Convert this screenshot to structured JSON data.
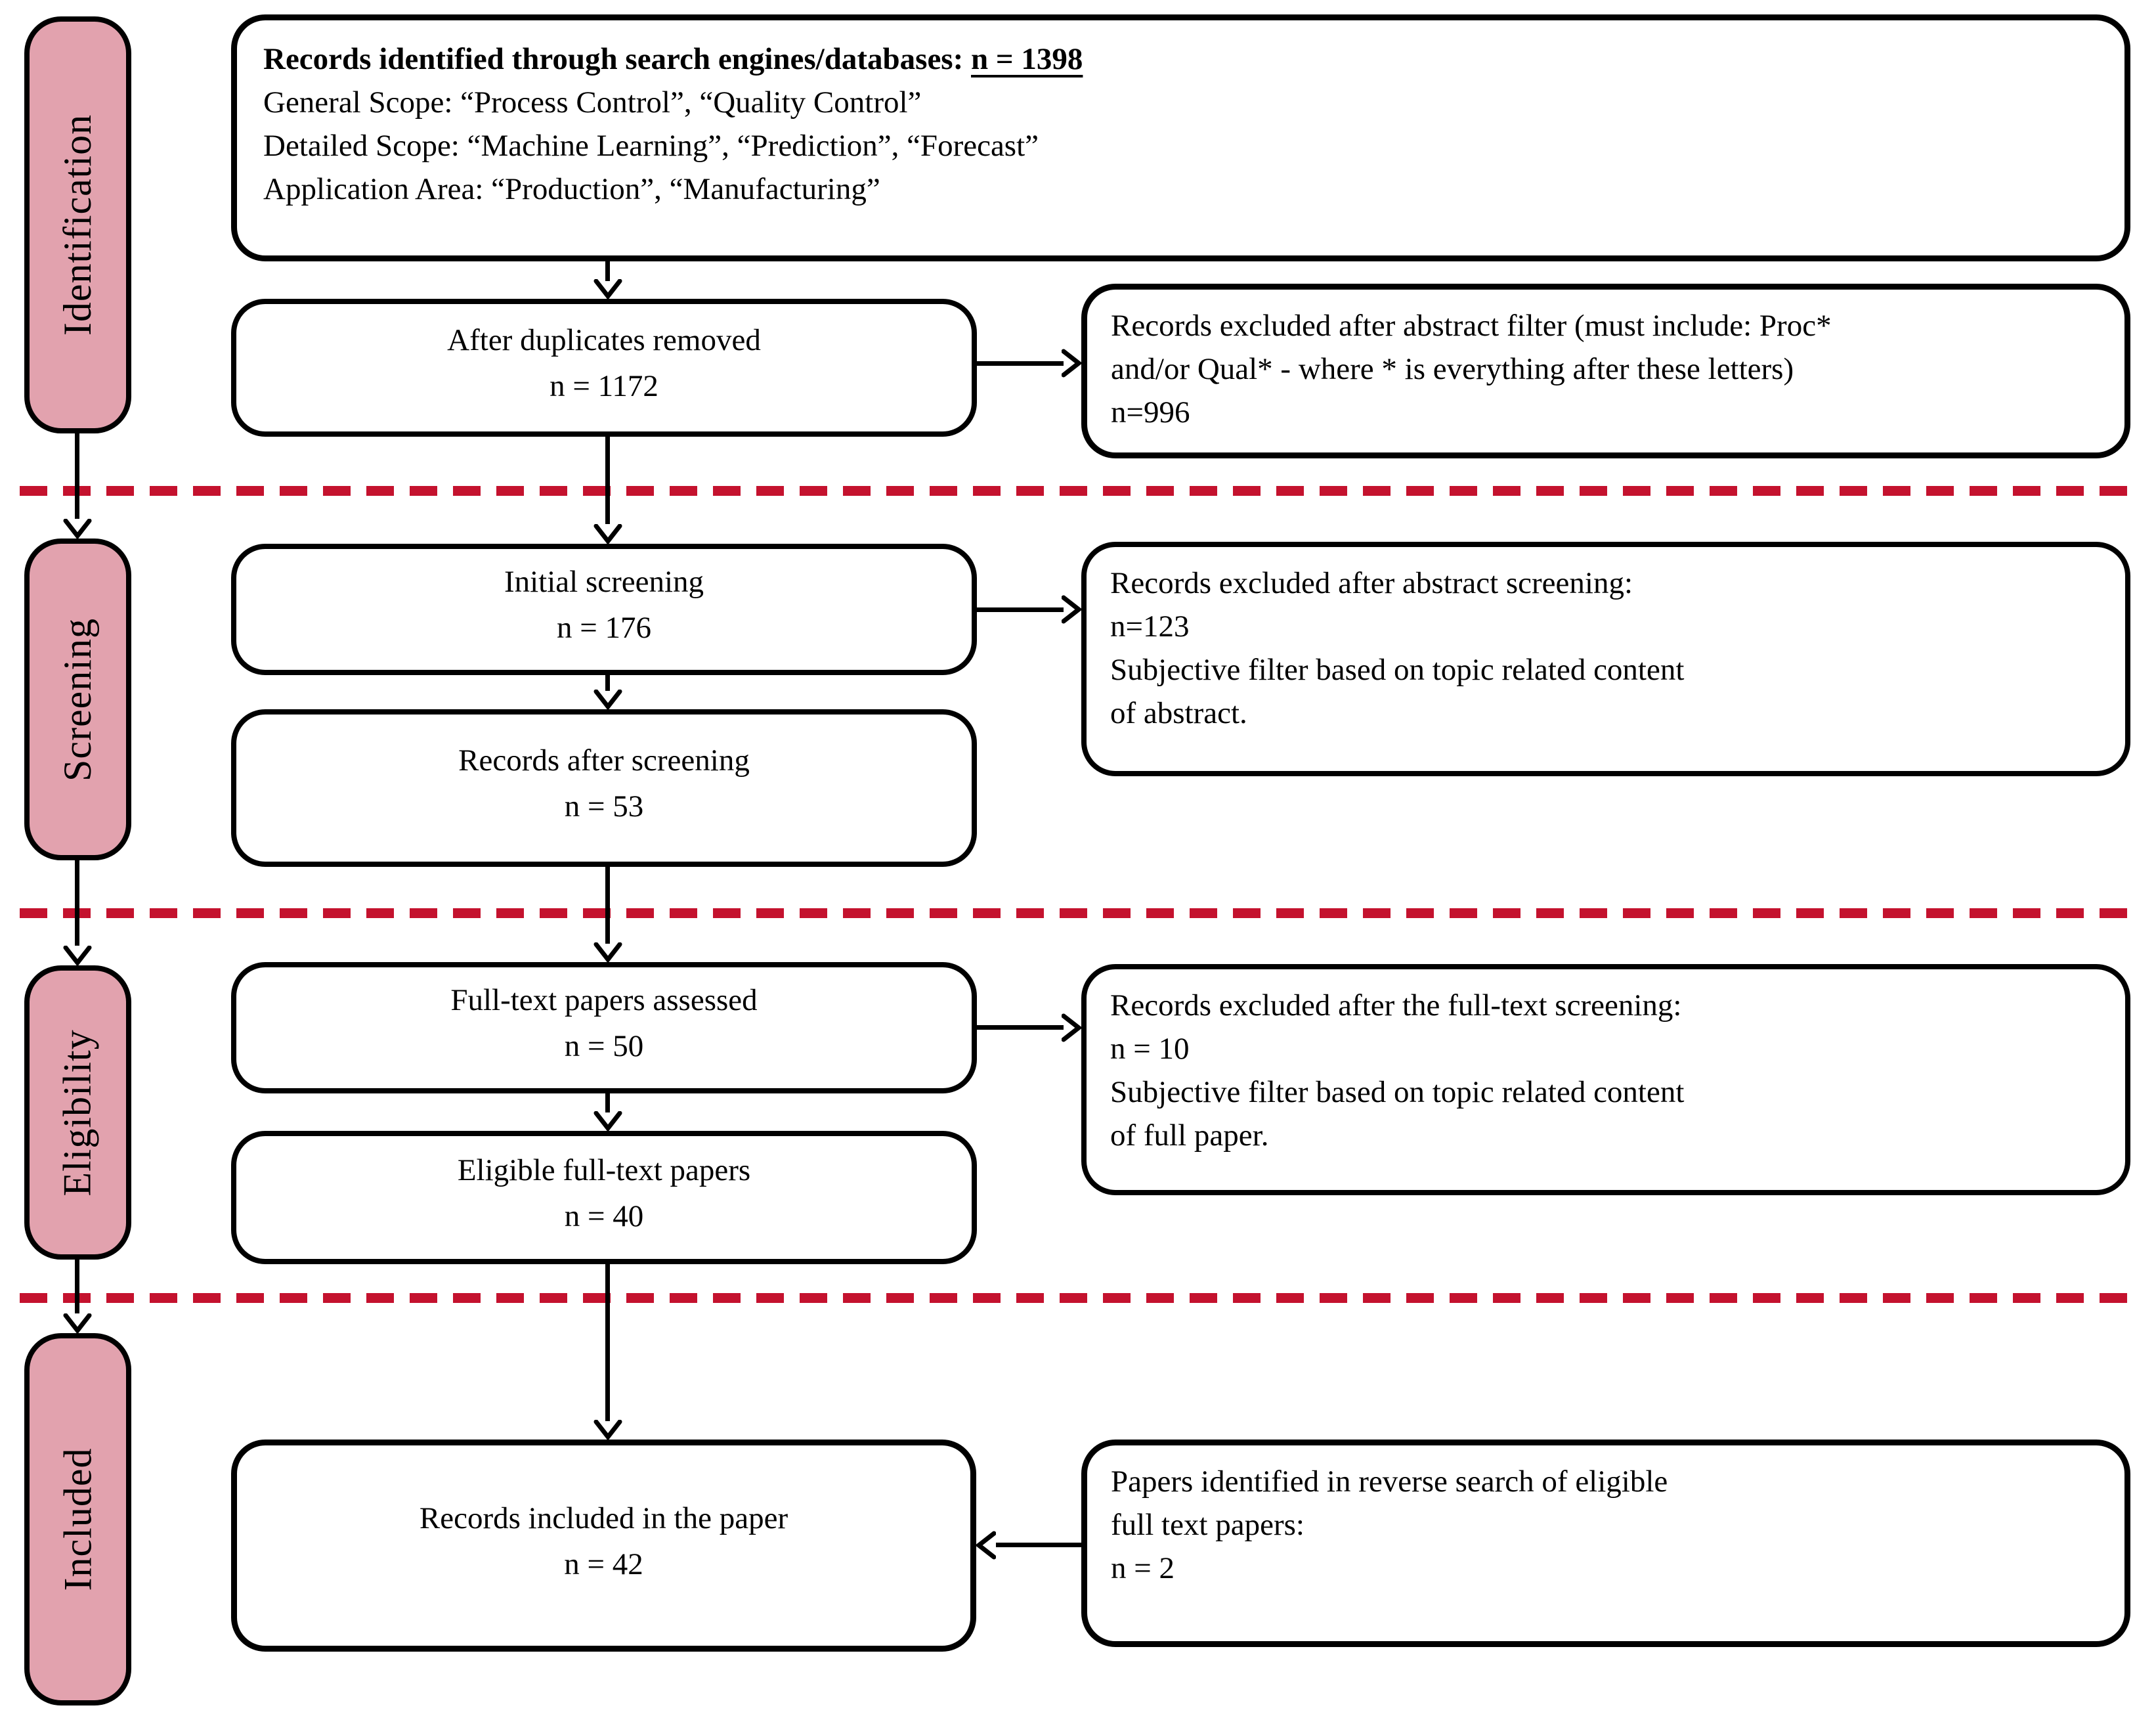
{
  "diagram": {
    "stages": [
      {
        "label": "Identification"
      },
      {
        "label": "Screening"
      },
      {
        "label": "Eligibility"
      },
      {
        "label": "Included"
      }
    ],
    "top_box": {
      "title": "Records identified through search engines/databases: ",
      "count": "n = 1398",
      "lines": [
        "General Scope: “Process Control”, “Quality Control”",
        "Detailed Scope: “Machine Learning”, “Prediction”, “Forecast”",
        "Application Area: “Production”, “Manufacturing”"
      ]
    },
    "flow_boxes": [
      {
        "title": "After duplicates removed",
        "count": "n = 1172"
      },
      {
        "title": "Initial screening",
        "count": "n = 176"
      },
      {
        "title": "Records after screening",
        "count": "n = 53"
      },
      {
        "title": "Full-text papers assessed",
        "count": "n = 50"
      },
      {
        "title": "Eligible full-text papers",
        "count": "n = 40"
      },
      {
        "title": "Records included in the paper",
        "count": "n = 42"
      }
    ],
    "side_boxes": [
      {
        "lines": [
          "Records excluded after abstract filter (must include: Proc*",
          "and/or Qual* - where * is everything after these letters)",
          "n=996"
        ]
      },
      {
        "lines": [
          "Records excluded after abstract screening:",
          "n=123",
          "Subjective filter based on topic related content",
          "of abstract."
        ]
      },
      {
        "lines": [
          "Records excluded after the full-text screening:",
          "n = 10",
          "Subjective filter based on topic related content",
          "of full paper."
        ]
      },
      {
        "lines": [
          "Papers identified in reverse search of eligible",
          "full text papers:",
          "n = 2"
        ]
      }
    ],
    "colors": {
      "stage_fill": "#e2a2ae",
      "divider_red": "#c4122e",
      "line_black": "#000000"
    }
  }
}
